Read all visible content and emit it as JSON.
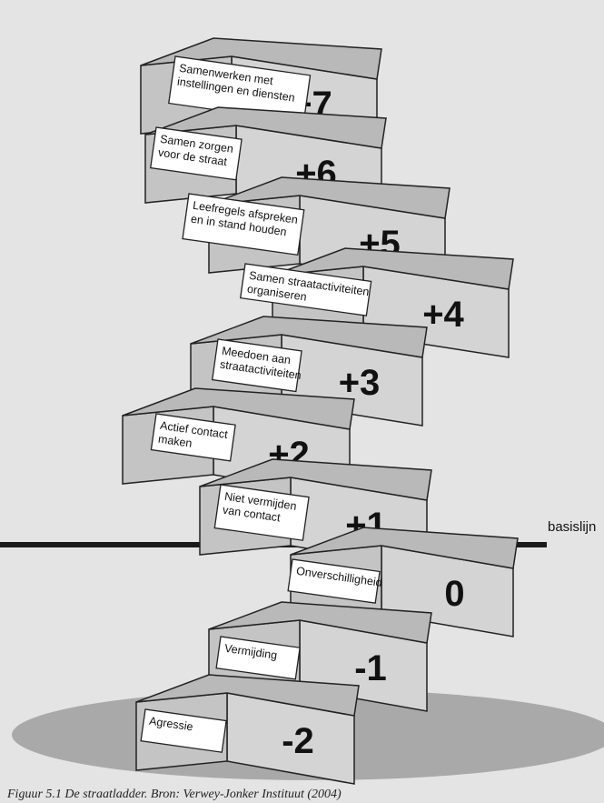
{
  "colors": {
    "page": "#e4e4e4",
    "block_front": "#d4d4d4",
    "block_top": "#b9b9b9",
    "block_side": "#c4c4c4",
    "outline": "#222222",
    "ellipse": "#a9a9a9"
  },
  "baseline_label": "basislijn",
  "steps": [
    {
      "value": "+7",
      "label": [
        "Samenwerken met",
        "instellingen en diensten"
      ]
    },
    {
      "value": "+6",
      "label": [
        "Samen zorgen",
        "voor de straat"
      ]
    },
    {
      "value": "+5",
      "label": [
        "Leefregels afspreken",
        "en in stand houden"
      ]
    },
    {
      "value": "+4",
      "label": [
        "Samen straatactiviteiten",
        "organiseren"
      ]
    },
    {
      "value": "+3",
      "label": [
        "Meedoen aan",
        "straatactiviteiten"
      ]
    },
    {
      "value": "+2",
      "label": [
        "Actief contact",
        "maken"
      ]
    },
    {
      "value": "+1",
      "label": [
        "Niet vermijden",
        "van contact"
      ]
    },
    {
      "value": "0",
      "label": [
        "Onverschilligheid"
      ]
    },
    {
      "value": "-1",
      "label": [
        "Vermijding"
      ]
    },
    {
      "value": "-2",
      "label": [
        "Agressie"
      ]
    }
  ],
  "caption": "Figuur 5.1 De straatladder. Bron: Verwey-Jonker Instituut (2004)"
}
